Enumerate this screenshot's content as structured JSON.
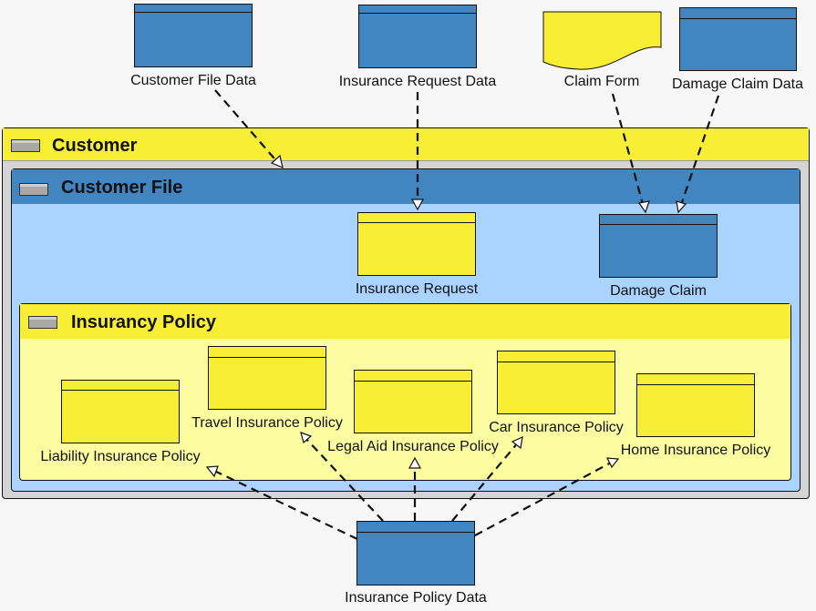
{
  "colors": {
    "blue": "#4186c0",
    "yellow": "#f8ee34",
    "customer_bg": "#d4d4d4",
    "file_bg": "#aad3ff",
    "policy_bg": "#fcfca0"
  },
  "frames": {
    "customer": "Customer",
    "customer_file": "Customer File",
    "insurancy_policy": "Insurancy Policy"
  },
  "data_objects": {
    "customer_file_data": "Customer File Data",
    "insurance_request_data": "Insurance Request Data",
    "claim_form": "Claim Form",
    "damage_claim_data": "Damage Claim Data",
    "insurance_policy_data": "Insurance Policy Data"
  },
  "entities": {
    "insurance_request": "Insurance Request",
    "damage_claim": "Damage Claim",
    "liability_insurance_policy": "Liability Insurance Policy",
    "travel_insurance_policy": "Travel Insurance Policy",
    "legal_aid_insurance_policy": "Legal Aid Insurance Policy",
    "car_insurance_policy": "Car Insurance Policy",
    "home_insurance_policy": "Home Insurance Policy"
  }
}
